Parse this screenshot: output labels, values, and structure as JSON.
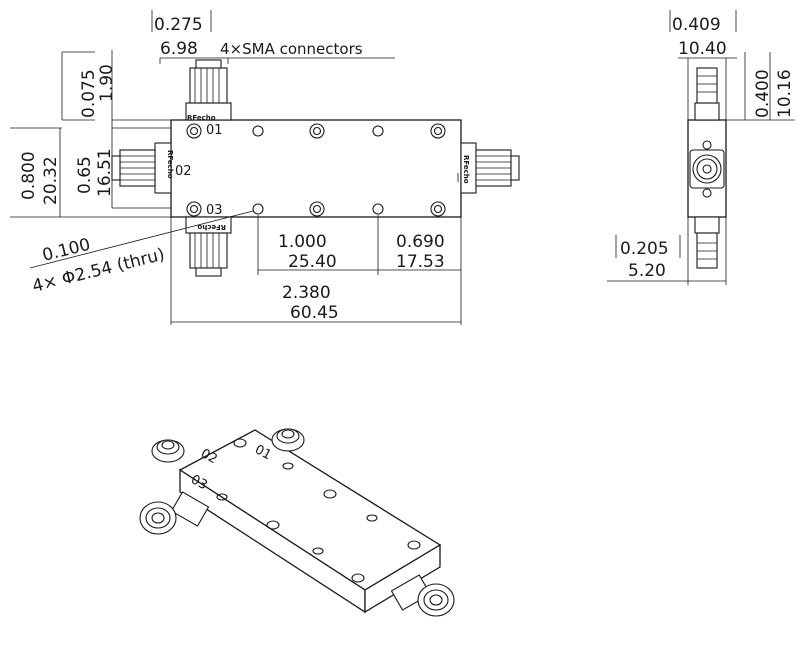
{
  "top_view": {
    "connectors_note": "4×SMA connectors",
    "dim_top_in": "0.275",
    "dim_top_mm": "6.98",
    "dim_conn_h_in": "0.075",
    "dim_conn_h_mm": "1.90",
    "dim_height_in": "0.800",
    "dim_height_mm": "20.32",
    "dim_hole_span_in": "0.65",
    "dim_hole_span_mm": "16.51",
    "dim_hole_in": "0.100",
    "dim_hole_mm": "4× Φ2.54 (thru)",
    "dim_spacing1_in": "1.000",
    "dim_spacing1_mm": "25.40",
    "dim_spacing2_in": "0.690",
    "dim_spacing2_mm": "17.53",
    "dim_length_in": "2.380",
    "dim_length_mm": "60.45",
    "port_01": "01",
    "port_02": "02",
    "port_03": "03",
    "brand": "RFecho"
  },
  "side_view": {
    "dim_width_in": "0.409",
    "dim_width_mm": "10.40",
    "dim_height_in": "0.400",
    "dim_height_mm": "10.16",
    "dim_offset_in": "0.205",
    "dim_offset_mm": "5.20"
  },
  "iso_view": {
    "port_01": "01",
    "port_02": "02",
    "port_03": "03"
  }
}
